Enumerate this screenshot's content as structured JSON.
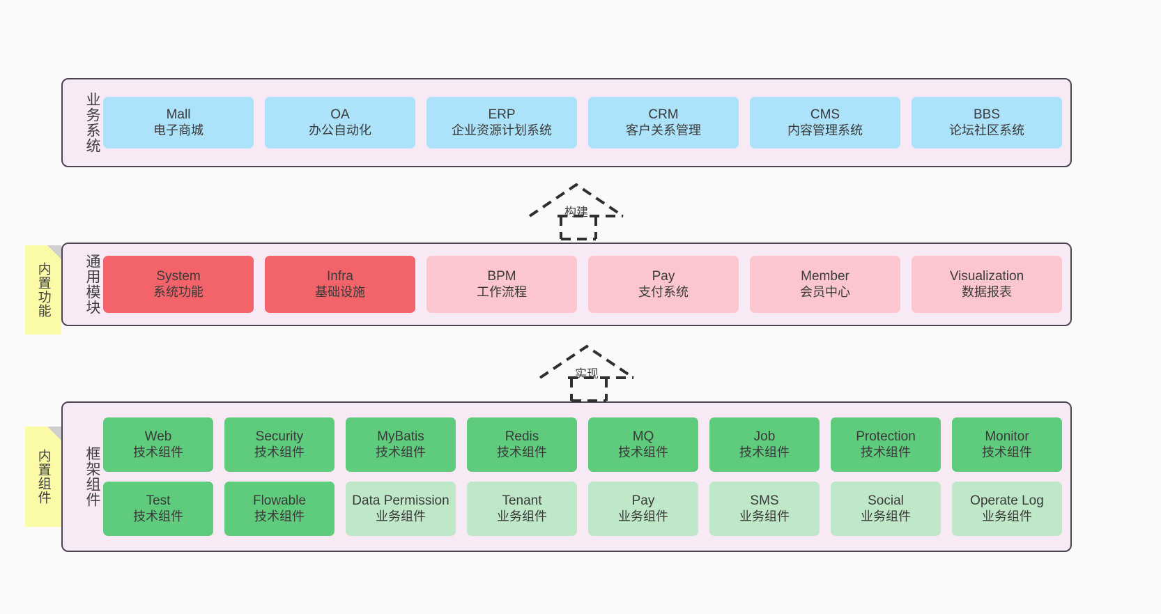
{
  "diagram": {
    "background_color": "#fafafa",
    "layer_fill": "#f8eaf4",
    "layer_border": "#4a4350"
  },
  "layers": [
    {
      "id": "business",
      "title": "业务系统",
      "node_color": "#ade2fb",
      "rows": [
        [
          {
            "name": "Mall",
            "desc": "电子商城"
          },
          {
            "name": "OA",
            "desc": "办公自动化"
          },
          {
            "name": "ERP",
            "desc": "企业资源计划系统"
          },
          {
            "name": "CRM",
            "desc": "客户关系管理"
          },
          {
            "name": "CMS",
            "desc": "内容管理系统"
          },
          {
            "name": "BBS",
            "desc": "论坛社区系统"
          }
        ]
      ]
    },
    {
      "id": "common",
      "title": "通用模块",
      "note": "内置功能",
      "node_color_strong": "#f2646a",
      "node_color_soft": "#fbc6ce",
      "rows": [
        [
          {
            "name": "System",
            "desc": "系统功能",
            "style": "n-red"
          },
          {
            "name": "Infra",
            "desc": "基础设施",
            "style": "n-red"
          },
          {
            "name": "BPM",
            "desc": "工作流程",
            "style": "n-pink"
          },
          {
            "name": "Pay",
            "desc": "支付系统",
            "style": "n-pink"
          },
          {
            "name": "Member",
            "desc": "会员中心",
            "style": "n-pink"
          },
          {
            "name": "Visualization",
            "desc": "数据报表",
            "style": "n-pink"
          }
        ]
      ]
    },
    {
      "id": "framework",
      "title": "框架组件",
      "note": "内置组件",
      "node_color_strong": "#5fcb7c",
      "node_color_soft": "#bfe8c8",
      "rows": [
        [
          {
            "name": "Web",
            "desc": "技术组件",
            "style": "n-green"
          },
          {
            "name": "Security",
            "desc": "技术组件",
            "style": "n-green"
          },
          {
            "name": "MyBatis",
            "desc": "技术组件",
            "style": "n-green"
          },
          {
            "name": "Redis",
            "desc": "技术组件",
            "style": "n-green"
          },
          {
            "name": "MQ",
            "desc": "技术组件",
            "style": "n-green"
          },
          {
            "name": "Job",
            "desc": "技术组件",
            "style": "n-green"
          },
          {
            "name": "Protection",
            "desc": "技术组件",
            "style": "n-green"
          },
          {
            "name": "Monitor",
            "desc": "技术组件",
            "style": "n-green"
          }
        ],
        [
          {
            "name": "Test",
            "desc": "技术组件",
            "style": "n-green"
          },
          {
            "name": "Flowable",
            "desc": "技术组件",
            "style": "n-green"
          },
          {
            "name": "Data Permission",
            "desc": "业务组件",
            "style": "n-greenlite"
          },
          {
            "name": "Tenant",
            "desc": "业务组件",
            "style": "n-greenlite"
          },
          {
            "name": "Pay",
            "desc": "业务组件",
            "style": "n-greenlite"
          },
          {
            "name": "SMS",
            "desc": "业务组件",
            "style": "n-greenlite"
          },
          {
            "name": "Social",
            "desc": "业务组件",
            "style": "n-greenlite"
          },
          {
            "name": "Operate Log",
            "desc": "业务组件",
            "style": "n-greenlite"
          }
        ]
      ]
    }
  ],
  "connectors": [
    {
      "id": "build",
      "label": "构建",
      "from": "common",
      "to": "business",
      "style": "dashed-generalization"
    },
    {
      "id": "implement",
      "label": "实现",
      "from": "framework",
      "to": "common",
      "style": "dashed-generalization"
    }
  ]
}
